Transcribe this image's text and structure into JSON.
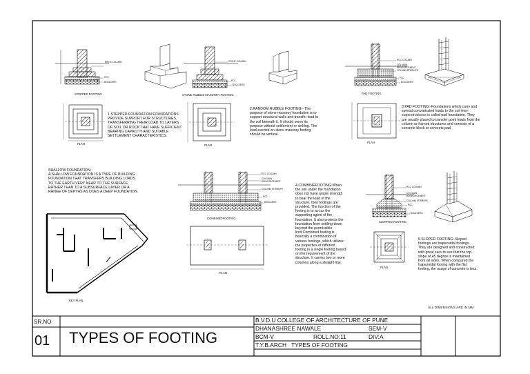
{
  "title_block": {
    "sr_no_label": "SR.NO",
    "sheet_no": "01",
    "sheet_title": "TYPES OF FOOTING",
    "college": "B.V.D.U COLLEGE OF ARCHITECTURE OF PUNE",
    "student": "DHANASHREE NAWALE",
    "sem": "SEM-V",
    "subject": "BCM-V",
    "roll": "ROLL.NO:11",
    "division": "DIV:A",
    "course": "T.Y.B.ARCH",
    "topic": "TYPES OF FOOTING"
  },
  "note_dimensions": "ALL DIMENSIONS ARE IN MM",
  "drawings": {
    "stepped": {
      "caption": "STEPPED FOOTING",
      "plan": "PLAN",
      "labels": [
        "BRICK COLUMN",
        "PCC",
        "BOULDERS"
      ],
      "text": "1.STEPPED FOUNDATION:FOUNDATIONS\nPROVIDE SUPPORT FOR STRUCTURES,\nTRANSFERRING THEIR LOAD TO LAYERS\nOF SOIL OR ROCK THAT HAVE SUFFICIENT\nBEARING CAPACITY AND SUITABLE\nSETTLEMENT CHARACTERISTICS."
    },
    "rubble": {
      "caption": "STONE RUBBLE MASONRY FOOTING",
      "plan": "PLAN",
      "labels": [
        "STONE COLUMN",
        "PCC",
        "BOULDERS"
      ],
      "text": "2.RANDOM RUBBLE FOOTING:- The\npurpose of stone masonry foundation is to\nsupport structural walls and transfer load to\nthe soil beneath it. It should serve its\npurpose without settlement or sinking. The\nload exerted on stone masonry footing\nshould be vertical."
    },
    "pad": {
      "caption": "PAD FOOTING",
      "plan": "PLAN",
      "labels": [
        "RCC COLUMN",
        "COL MAIN REINFORCEMENT",
        "COLUMN STIRRUPS",
        "PCC",
        "BOULDERS"
      ],
      "text": "3.PAD FOOTING:-Foundations which carry and\nspread concentrated loads to the soil from\nsuperstructures is called pad foundation. They\nare usually placed to transfer point loads from the\ncolumn or framed structures and consists of a\nconcrete block or concrete pad."
    },
    "shallow_text": "SHALLOW FOUNDATION:\nA SHALLOW FOUNDATION IS A TYPE OF BUILDING\nFOUNDATION THAT TRANSFERS BUILDING LOADS\nTO THE EARTH VERY NEAR TO THE SURFACE,\nRATHER THAN TO A SUBSURFACE LAYER OR A\nRANGE OF DEPTHS AS DOES A DEEP FOUNDATION.",
    "key_plan": "KEY PLAN",
    "combined": {
      "caption": "COMBINEDFOOTING",
      "plan": "PLAN",
      "labels": [
        "RCC COLUMN",
        "COL MAIN REINFORCEMENT",
        "COLUMN STIRRUPS",
        "PCC",
        "BOULDERS"
      ],
      "text": "4.COMBINEFOOTING:When\nthe soil under the foundation\ndoes not have ample strength\nto bear the load of the\nstructure, then footings are\nprovided. The function of the\nfooting is to act as the\nsupporting agent of the\nfoundation. It also protects the\nfoundation from settling down\nbeyond the permissible\nlimit.Combined footing is\nbasically a combination of\nvarious footings, which utilizes\nthe properties of different\nfooting in a single footing based\non the requirement of the\nstructure. It carries two or more\ncolumns along a straight line."
    },
    "sloped": {
      "caption": "SLOPPED FOOTING",
      "plan": "PLAN",
      "labels": [
        "RCC COLUMN",
        "COL MAIN REINFORCEMENT",
        "COLUMN STIRRUPS",
        "PCC",
        "BOULDERS"
      ],
      "text": "5.SLOPED FOOTING:-Sloped\nfootings are trapezoidal footings.\nThey are designed and constructed\nwith great care to see that the top\nslope of 45 degree is maintained\nfrom all sides. When compared the\ntrapezoidal footing with the flat\nfooting, the usage of concrete is less."
    }
  }
}
